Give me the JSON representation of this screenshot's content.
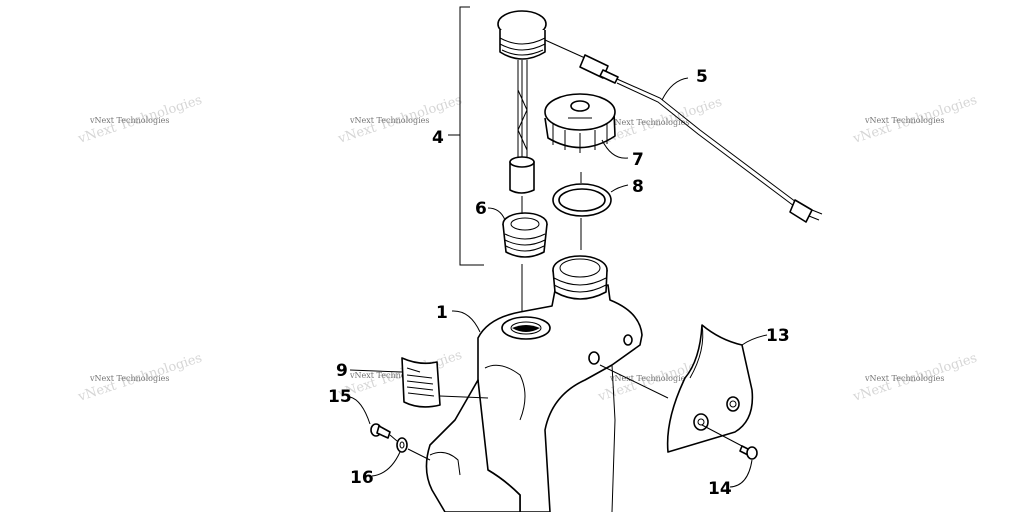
{
  "diagram": {
    "callouts": [
      "1",
      "4",
      "5",
      "6",
      "7",
      "8",
      "9",
      "13",
      "14",
      "15",
      "16"
    ],
    "watermark": "vNext Technologies",
    "colors": {
      "line": "#000000",
      "background": "#ffffff",
      "watermark": "#777777"
    }
  }
}
